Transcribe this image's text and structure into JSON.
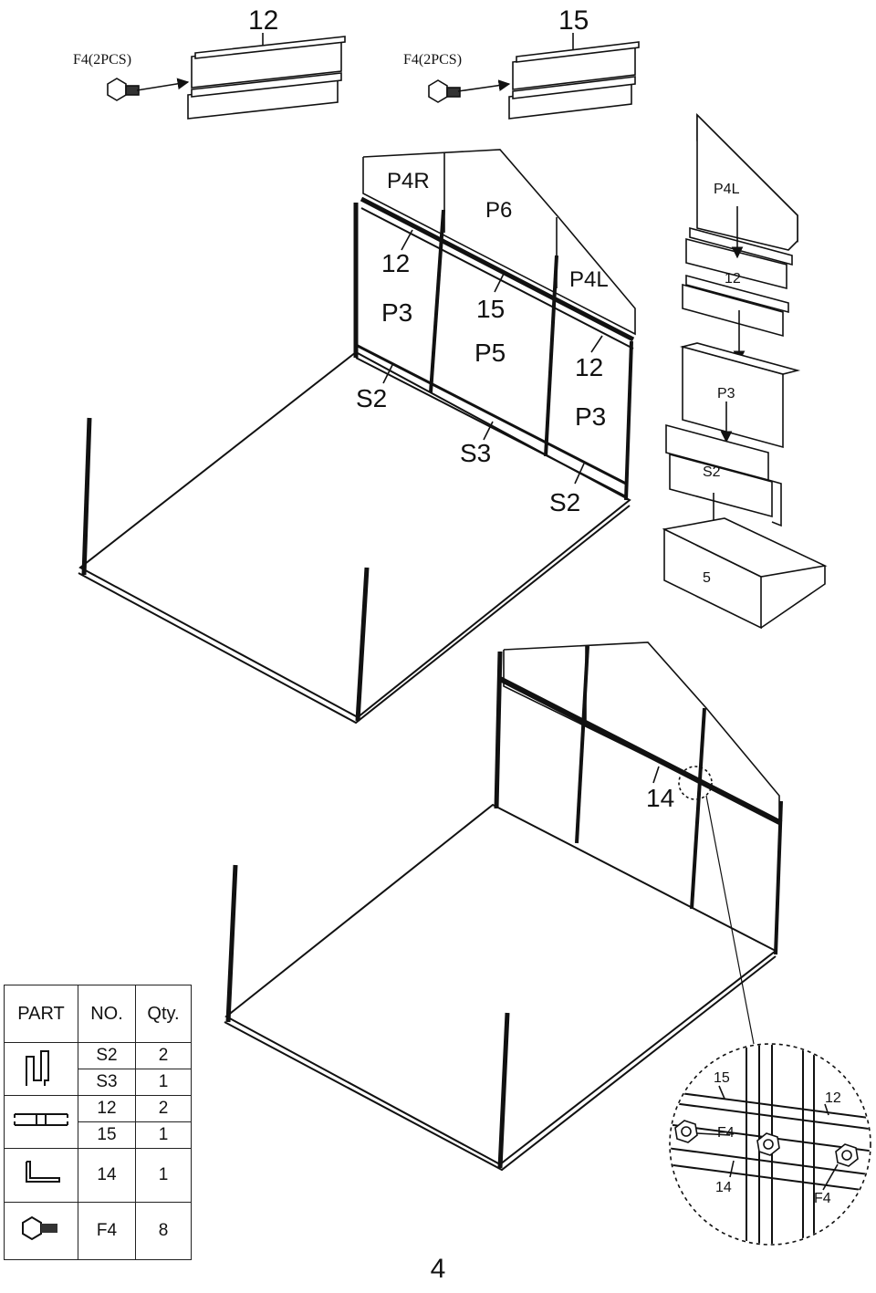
{
  "top_left": {
    "part_no": "12",
    "fastener": "F4(2PCS)"
  },
  "top_right": {
    "part_no": "15",
    "fastener": "F4(2PCS)"
  },
  "upper_assembly": {
    "labels": [
      "P4R",
      "P6",
      "P4L",
      "12",
      "P3",
      "15",
      "P5",
      "12",
      "P3",
      "S2",
      "S3",
      "S2"
    ]
  },
  "exploded_stack": {
    "labels": [
      "P4L",
      "12",
      "P3",
      "S2",
      "5"
    ]
  },
  "lower_assembly": {
    "label": "14"
  },
  "detail": {
    "labels": [
      "15",
      "12",
      "F4",
      "14",
      "F4"
    ]
  },
  "parts_table": {
    "headers": [
      "PART",
      "NO.",
      "Qty."
    ],
    "rows": [
      {
        "icon": "s-channel-icon",
        "items": [
          {
            "no": "S2",
            "qty": "2"
          },
          {
            "no": "S3",
            "qty": "1"
          }
        ]
      },
      {
        "icon": "h-channel-icon",
        "items": [
          {
            "no": "12",
            "qty": "2"
          },
          {
            "no": "15",
            "qty": "1"
          }
        ]
      },
      {
        "icon": "l-angle-icon",
        "items": [
          {
            "no": "14",
            "qty": "1"
          }
        ]
      },
      {
        "icon": "bolt-icon",
        "items": [
          {
            "no": "F4",
            "qty": "8"
          }
        ]
      }
    ]
  },
  "page_number": "4"
}
